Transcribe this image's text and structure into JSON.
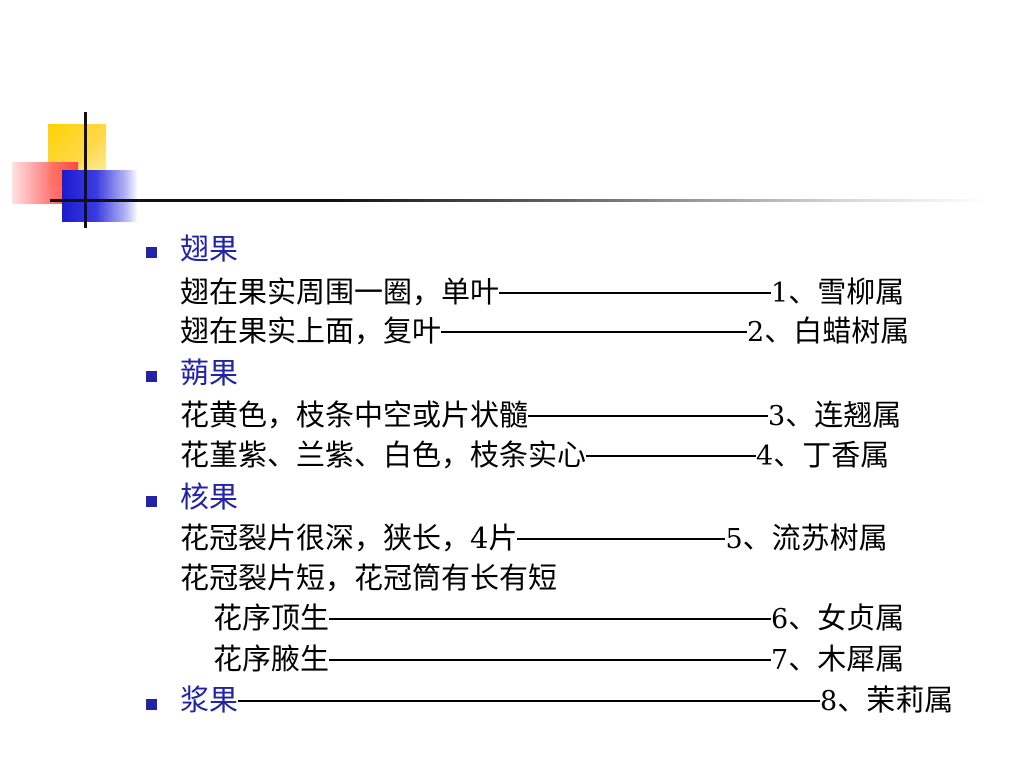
{
  "sections": [
    {
      "heading": "翅果",
      "lines": [
        {
          "text": "翅在果实周围一圈，单叶",
          "num": "1",
          "sep": "、",
          "genus": "雪柳属"
        },
        {
          "text": "翅在果实上面，复叶",
          "num": "2",
          "sep": "、",
          "genus": "白蜡树属"
        }
      ]
    },
    {
      "heading": "蒴果",
      "lines": [
        {
          "text": "花黄色，枝条中空或片状髓",
          "num": "3",
          "sep": "、",
          "genus": "连翘属"
        },
        {
          "text": "花堇紫、兰紫、白色，枝条实心",
          "num": "4",
          "sep": "、",
          "genus": "丁香属"
        }
      ]
    },
    {
      "heading": "核果",
      "lines": [
        {
          "text": "花冠裂片很深，狭长，4片",
          "num": "5",
          "sep": "、",
          "genus": "流苏树属"
        },
        {
          "text": "花冠裂片短，花冠筒有长有短"
        },
        {
          "text": "花序顶生",
          "num": "6",
          "sep": "、",
          "genus": "女贞属"
        },
        {
          "text": "花序腋生",
          "num": "7",
          "sep": "、",
          "genus": "木犀属"
        }
      ]
    },
    {
      "heading": "浆果",
      "num": "8",
      "sep": "、",
      "genus": "茉莉属"
    }
  ]
}
